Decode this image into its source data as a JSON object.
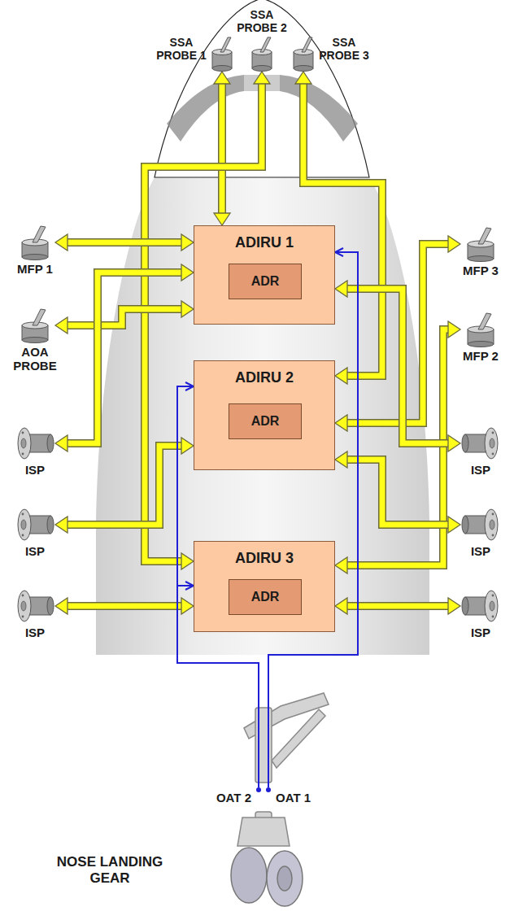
{
  "diagram": {
    "nodes": [
      {
        "text": [
          "SSA PROBE 2"
        ]
      },
      {
        "text": [
          "SSA PROBE 1"
        ]
      },
      {
        "text": [
          "SSA PROBE 3"
        ]
      },
      {
        "text": [
          "ADIRU 1"
        ]
      },
      {
        "text": [
          "ADR"
        ],
        "in": 3
      },
      {
        "text": [
          "MFP 1"
        ]
      },
      {
        "text": [
          "MFP 3"
        ]
      },
      {
        "text": [
          "AOA PROBE"
        ]
      },
      {
        "text": [
          "MFP 2"
        ]
      },
      {
        "text": [
          "ADIRU 2"
        ]
      },
      {
        "text": [
          "ADR"
        ],
        "in": 9
      },
      {
        "text": [
          "ISP"
        ]
      },
      {
        "text": [
          "ISP"
        ]
      },
      {
        "text": [
          "ISP"
        ]
      },
      {
        "text": [
          "ISP"
        ]
      },
      {
        "text": [
          "ADIRU 3"
        ]
      },
      {
        "text": [
          "ADR"
        ],
        "in": 15
      },
      {
        "text": [
          "ISP"
        ]
      },
      {
        "text": [
          "ISP"
        ]
      },
      {
        "text": [
          "OAT 2"
        ]
      },
      {
        "text": [
          "OAT 1"
        ]
      }
    ],
    "edges": [
      {
        "from": 1,
        "to": 3,
        "arrow": "both"
      },
      {
        "from": 0,
        "to": 15,
        "arrow": "both"
      },
      {
        "from": 2,
        "to": 9,
        "arrow": "both"
      },
      {
        "from": 5,
        "to": 3,
        "arrow": "both"
      },
      {
        "from": 7,
        "to": 3,
        "arrow": "both"
      },
      {
        "from": 11,
        "to": 3,
        "arrow": "both"
      },
      {
        "from": 13,
        "to": 9,
        "arrow": "both"
      },
      {
        "from": 17,
        "to": 15,
        "arrow": "both"
      },
      {
        "from": 6,
        "to": 9,
        "arrow": "both"
      },
      {
        "from": 8,
        "to": 15,
        "arrow": "both"
      },
      {
        "from": 12,
        "to": 3,
        "arrow": "both"
      },
      {
        "from": 14,
        "to": 9,
        "arrow": "both"
      },
      {
        "from": 18,
        "to": 15,
        "arrow": "both"
      },
      {
        "from": 20,
        "to": 3,
        "arrow": "to"
      },
      {
        "from": 19,
        "to": 9,
        "arrow": "to"
      },
      {
        "from": 19,
        "to": 15,
        "arrow": "to"
      }
    ],
    "labels": [
      "NOSE LANDING GEAR"
    ]
  }
}
